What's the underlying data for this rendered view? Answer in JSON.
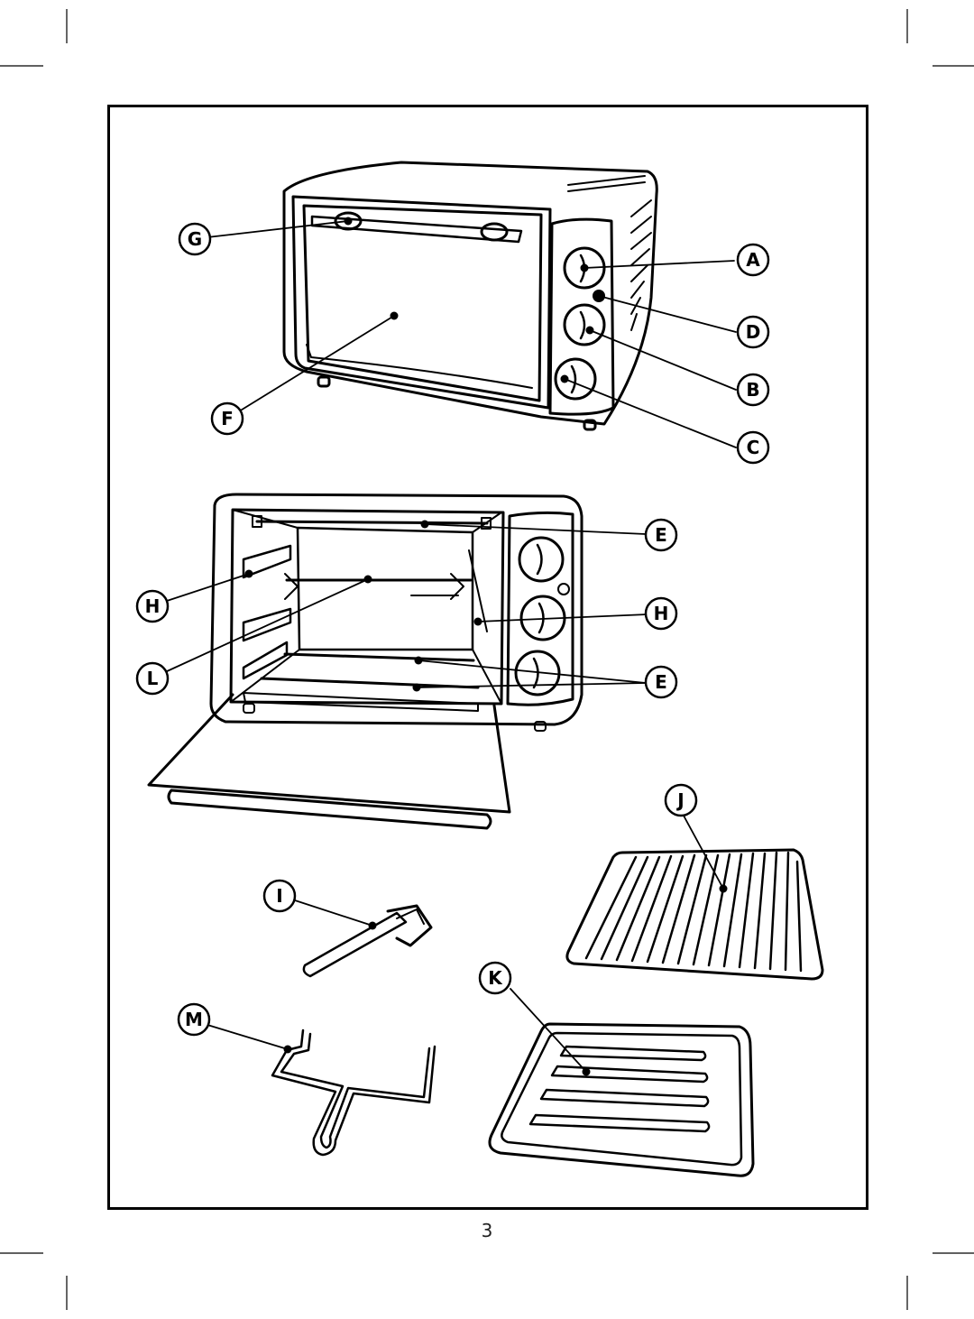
{
  "page_number": "3",
  "callouts": {
    "A": "A",
    "B": "B",
    "C": "C",
    "D": "D",
    "E": "E",
    "F": "F",
    "G": "G",
    "H": "H",
    "I": "I",
    "J": "J",
    "K": "K",
    "L": "L",
    "M": "M"
  },
  "colors": {
    "ink": "#000000",
    "paper": "#ffffff"
  }
}
